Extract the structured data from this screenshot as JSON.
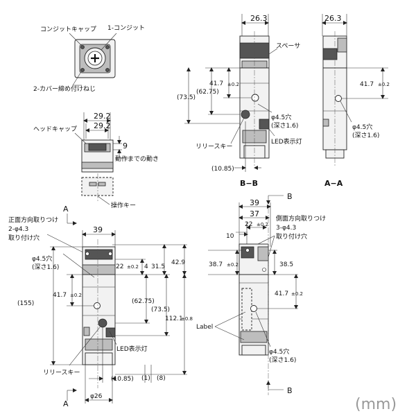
{
  "top_left": {
    "label_conduit_cap": "コンジットキャップ",
    "label_conduit": "1-コンジット",
    "label_cover_screws": "2-カバー締め付けねじ"
  },
  "head": {
    "dim_outer": "29.2",
    "dim_inner": "29.2",
    "label_head_cap": "ヘッドキャップ",
    "dim_travel": "9",
    "label_travel": "動作までの動き",
    "label_key": "操作キー"
  },
  "bb": {
    "dim_width": "26.3",
    "label_spacer": "スペーサ",
    "dim_41": "41.7",
    "tol": "±0.2",
    "dim_6275": "(62.75)",
    "dim_735": "(73.5)",
    "label_hole": "φ4.5穴",
    "label_depth": "(深さ1.6)",
    "label_release": "リリースキー",
    "label_led": "LED表示灯",
    "dim_1085": "(10.85)",
    "caption": "B−B"
  },
  "aa": {
    "dim_width": "26.3",
    "dim_41": "41.7",
    "tol": "±0.2",
    "label_hole": "φ4.5穴",
    "label_depth": "(深さ1.6)",
    "caption": "A−A"
  },
  "front": {
    "label_mount1": "正面方向取りつけ",
    "label_mount2": "2-φ4.3",
    "label_mount3": "取り付け穴",
    "section_a": "A",
    "dim_39": "39",
    "label_hole": "φ4.5穴",
    "label_depth": "(深さ1.6)",
    "dim_22": "22",
    "tol": "±0.2",
    "dim_4": "4",
    "dim_315": "31.5",
    "dim_429": "42.9",
    "dim_155": "(155)",
    "dim_417": "41.7",
    "dim_6275": "(62.75)",
    "dim_735": "(73.5)",
    "dim_1121": "112.1",
    "tol_08": "±0.8",
    "label_led": "LED表示灯",
    "label_release": "リリースキー",
    "dim_1085": "(10.85)",
    "dim_1": "(1)",
    "dim_8": "(8)",
    "dim_26": "φ26"
  },
  "side": {
    "section_b": "B",
    "dim_39": "39",
    "dim_37": "37",
    "dim_22": "22",
    "tol": "±0.2",
    "label_mount1": "側面方向取りつけ",
    "label_mount2": "3-φ4.3",
    "label_mount3": "取り付け穴",
    "dim_10": "10",
    "dim_387": "38.7",
    "dim_385": "38.5",
    "dim_417": "41.7",
    "label_label": "Label",
    "label_hole": "φ4.5穴",
    "label_depth": "(深さ1.6)"
  },
  "unit": "(mm)",
  "colors": {
    "line": "#222222",
    "body_fill": "#f2f2f2",
    "dark_fill": "#555555",
    "unit_text": "#999999"
  }
}
